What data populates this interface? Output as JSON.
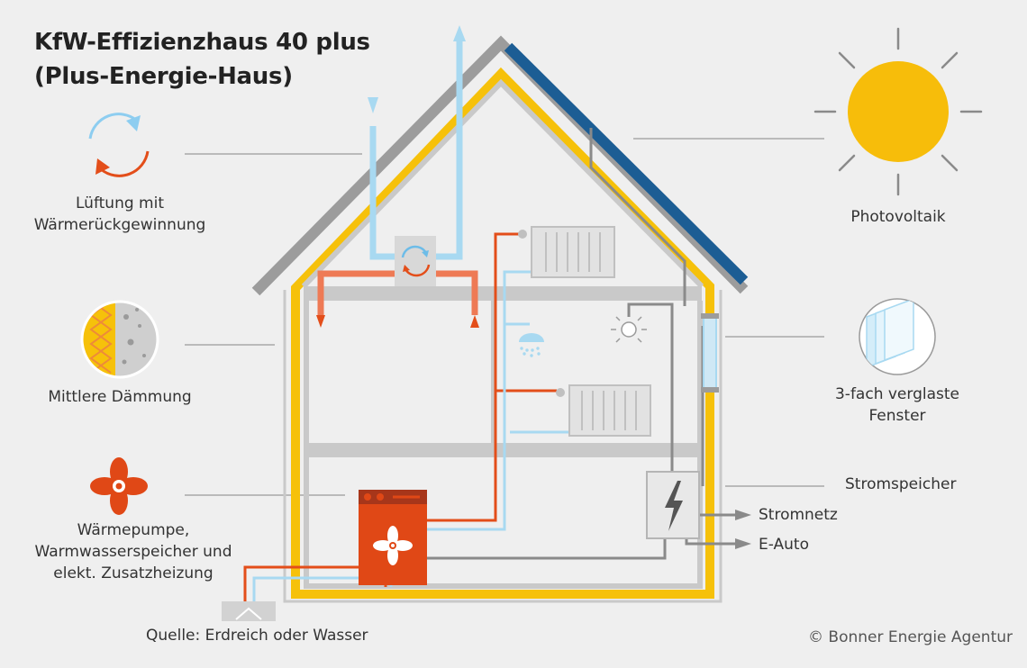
{
  "title": {
    "line1": "KfW-Effizienzhaus 40 plus",
    "line2": "(Plus-Energie-Haus)"
  },
  "labels": {
    "ventilation": {
      "line1": "Lüftung mit",
      "line2": "Wärmerückgewinnung"
    },
    "insulation": "Mittlere Dämmung",
    "heatpump": {
      "line1": "Wärmepumpe,",
      "line2": "Warmwasserspeicher und",
      "line3": "elekt. Zusatzheizung"
    },
    "source": "Quelle: Erdreich oder Wasser",
    "photovoltaic": "Photovoltaik",
    "windows": {
      "line1": "3-fach verglaste",
      "line2": "Fenster"
    },
    "storage": "Stromspeicher",
    "grid": "Stromnetz",
    "ecar": "E-Auto"
  },
  "credit": "© Bonner Energie Agentur",
  "colors": {
    "background": "#efefef",
    "house_insulation": "#f6c10a",
    "roof": "#9c9c9c",
    "solar_panel": "#1c5d94",
    "hot_water": "#e34e1a",
    "cold_air_water": "#a8d9f1",
    "electric_line": "#8a8a8a",
    "walls": "#c9c9c9",
    "heatpump": "#e04816",
    "sun": "#f7bd0a"
  },
  "icons": [
    "ventilation-cycle-icon",
    "insulation-icon",
    "fan-icon",
    "sun-icon",
    "window-icon",
    "lightning-icon",
    "shower-icon",
    "lightbulb-icon",
    "radiator-icon"
  ]
}
